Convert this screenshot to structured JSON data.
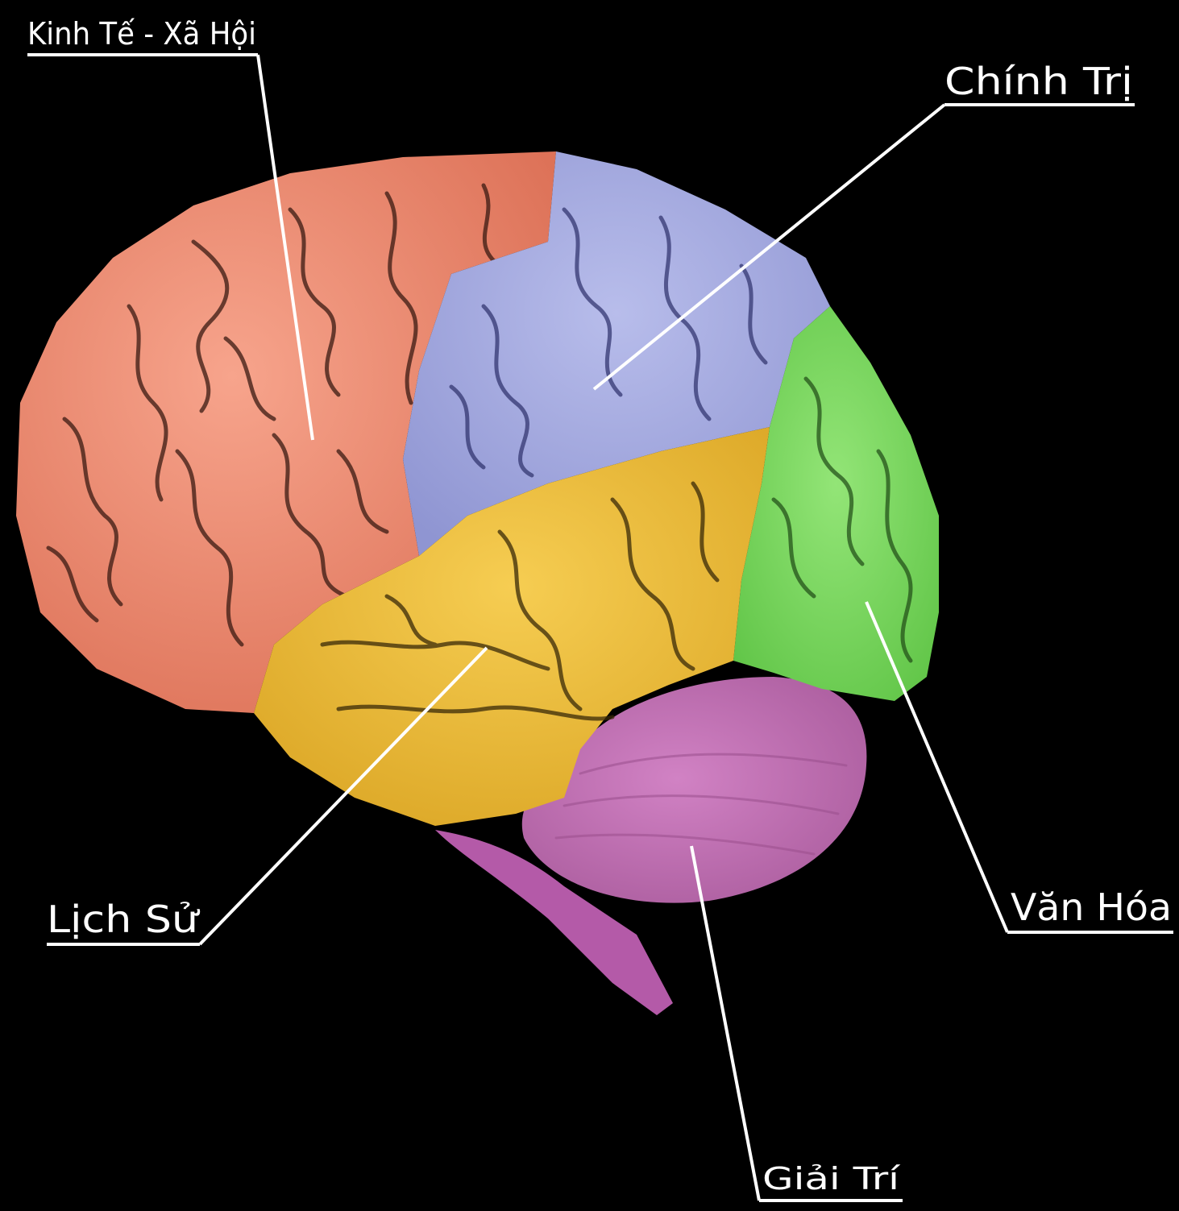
{
  "labels": {
    "economy_society": "Kinh Tế - Xã Hội",
    "politics": "Chính Trị",
    "history": "Lịch Sử",
    "culture": "Văn Hóa",
    "entertainment": "Giải Trí"
  },
  "colors": {
    "background": "#000000",
    "frontal_lobe": "#ef8c72",
    "parietal_lobe": "#a6acdf",
    "temporal_lobe": "#f0bf38",
    "occipital_lobe": "#7ed861",
    "cerebellum": "#c473b6",
    "brainstem": "#b45aa8",
    "label_text": "#ffffff"
  }
}
